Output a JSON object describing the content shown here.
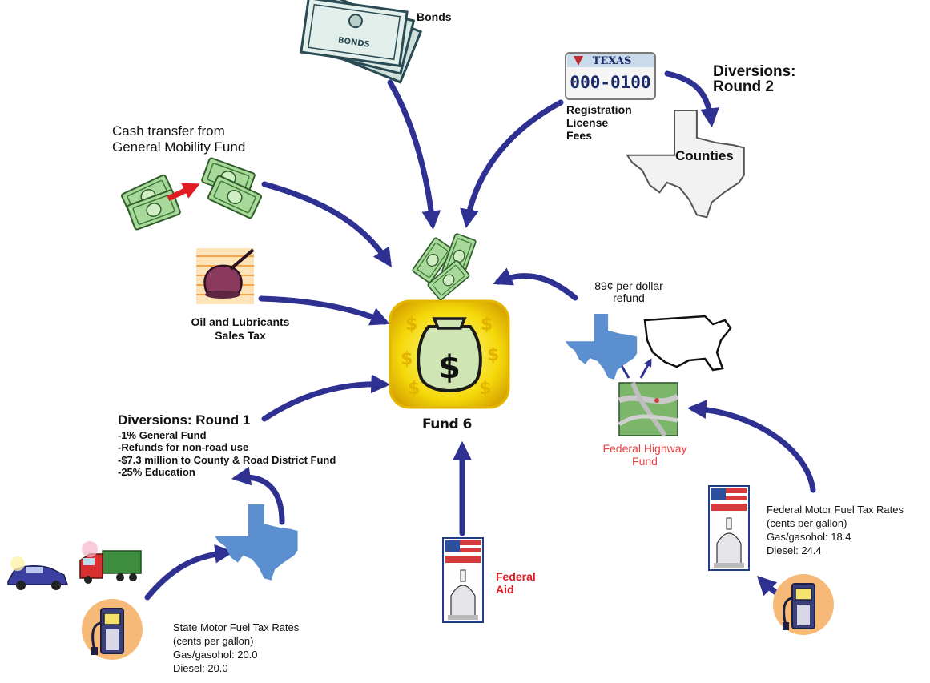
{
  "hub": {
    "label": "Fund 6",
    "bag_symbol": "$"
  },
  "sources": {
    "bonds": {
      "label": "Bonds",
      "certificate_text": "BONDS"
    },
    "registration": {
      "plate_state": "TEXAS",
      "plate_number": "000-0100",
      "label_lines": [
        "Registration",
        "License",
        "Fees"
      ]
    },
    "diversions_round2": {
      "label_lines": [
        "Diversions:",
        "Round 2"
      ],
      "map_label": "Counties"
    },
    "cash_transfer": {
      "label_lines": [
        "Cash transfer from",
        "General Mobility Fund"
      ]
    },
    "oil_lubricants": {
      "label_lines": [
        "Oil and Lubricants",
        "Sales Tax"
      ]
    },
    "federal_refund": {
      "label_lines": [
        "89¢ per dollar",
        "refund"
      ]
    },
    "federal_highway_fund": {
      "label_lines": [
        "Federal Highway",
        "Fund"
      ]
    },
    "diversions_round1": {
      "title": "Diversions: Round 1",
      "items": [
        "-1% General Fund",
        "-Refunds for non-road use",
        "-$7.3 million to County & Road District Fund",
        "-25% Education"
      ]
    },
    "federal_aid": {
      "label_lines": [
        "Federal",
        "Aid"
      ]
    },
    "state_tax": {
      "label_lines": [
        "State Motor Fuel Tax Rates",
        "(cents per gallon)",
        "Gas/gasohol: 20.0",
        "Diesel: 20.0"
      ]
    },
    "federal_tax": {
      "label_lines": [
        "Federal Motor Fuel Tax Rates",
        "(cents per gallon)",
        "Gas/gasohol: 18.4",
        "Diesel: 24.4"
      ]
    }
  },
  "colors": {
    "arrow": "#2e3192",
    "accent_red": "#e11b22",
    "money_green": "#9ed08a",
    "fund_yellow": "#f5d90a",
    "texas_blue": "#5b8fcf"
  }
}
